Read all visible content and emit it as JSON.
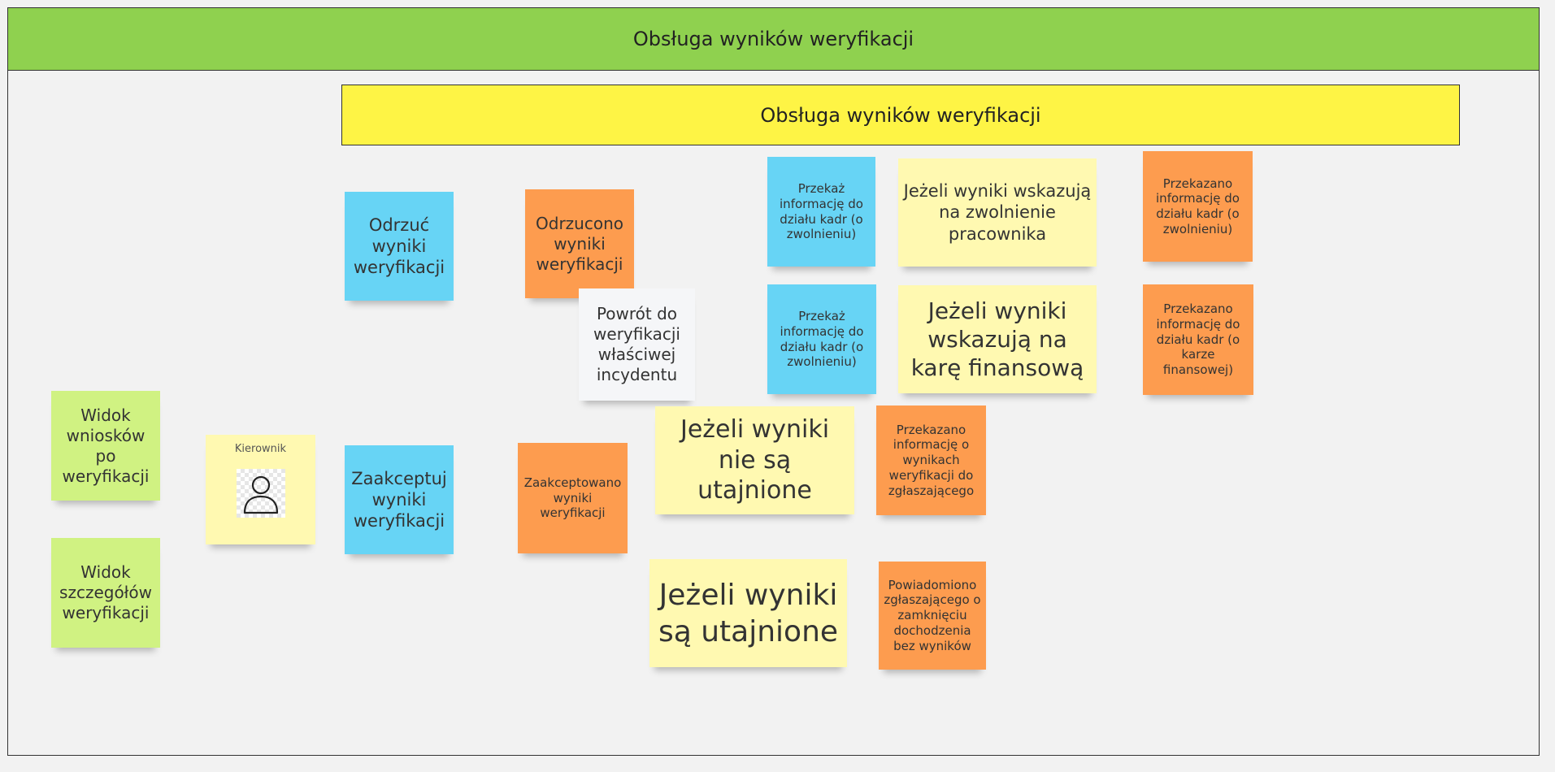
{
  "board": {
    "header_title": "Obsługa wyników weryfikacji",
    "lane_title": "Obsługa wyników weryfikacji"
  },
  "notes": {
    "odrzuc": "Odrzuć wyniki weryfikacji",
    "odrzucono": "Odrzucono wyniki weryfikacji",
    "powrot": "Powrót do weryfikacji właściwej incydentu",
    "przekaz_1": "Przekaż informację do działu kadr (o zwolnieniu)",
    "przekaz_2": "Przekaż informację do działu kadr (o zwolnieniu)",
    "jezeli_zwolnienie": "Jeżeli wyniki wskazują na zwolnienie pracownika",
    "jezeli_kara": "Jeżeli wyniki wskazują na karę finansową",
    "przekazano_zwolnienie": "Przekazano informację do działu kadr (o zwolnieniu)",
    "przekazano_kara": "Przekazano informację do działu kadr (o karze finansowej)",
    "widok_wnioskow": "Widok wniosków po weryfikacji",
    "widok_szczegolow": "Widok szczegółów weryfikacji",
    "kierownik": "Kierownik",
    "zaakceptuj": "Zaakceptuj wyniki weryfikacji",
    "zaakceptowano": "Zaakceptowano wyniki weryfikacji",
    "jezeli_nie_utajnione": "Jeżeli wyniki nie są utajnione",
    "przekazano_zglaszajacy": "Przekazano informację o wynikach weryfikacji do zgłaszającego",
    "jezeli_utajnione": "Jeżeli wyniki są utajnione",
    "powiadomiono": "Powiadomiono zgłaszającego o zamknięciu dochodzenia bez wyników"
  },
  "colors": {
    "header_green": "#8fd14f",
    "lane_yellow": "#fef445",
    "command_blue": "#67d4f5",
    "event_orange": "#fd9c4f",
    "policy_light_yellow": "#fff9b1",
    "view_light_green": "#d0f282",
    "note_white": "#f5f6f8"
  },
  "icons": {
    "actor": "user-avatar-icon"
  }
}
